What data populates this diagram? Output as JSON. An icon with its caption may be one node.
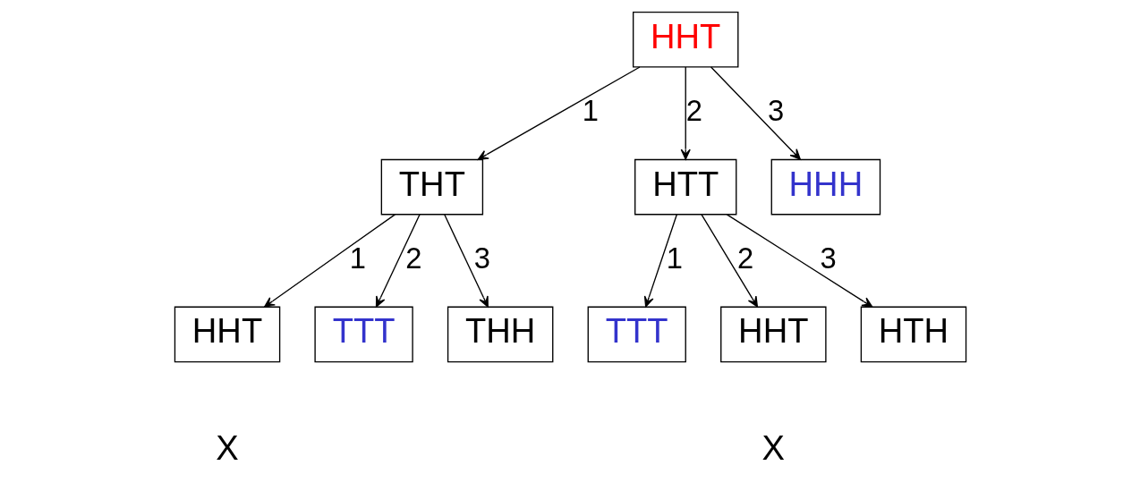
{
  "diagram": {
    "nodes": [
      {
        "text": [
          "HHT"
        ]
      },
      {
        "text": [
          "THT"
        ]
      },
      {
        "text": [
          "HTT"
        ]
      },
      {
        "text": [
          "HHH"
        ]
      },
      {
        "text": [
          "HHT"
        ],
        "beside": [
          "X"
        ]
      },
      {
        "text": [
          "TTT"
        ]
      },
      {
        "text": [
          "THH"
        ]
      },
      {
        "text": [
          "TTT"
        ]
      },
      {
        "text": [
          "HHT"
        ],
        "beside": [
          "X"
        ]
      },
      {
        "text": [
          "HTH"
        ]
      }
    ],
    "edges": [
      {
        "from": 0,
        "to": 1,
        "arrow": "to",
        "label": "1"
      },
      {
        "from": 0,
        "to": 2,
        "arrow": "to",
        "label": "2"
      },
      {
        "from": 0,
        "to": 3,
        "arrow": "to",
        "label": "3"
      },
      {
        "from": 1,
        "to": 4,
        "arrow": "to",
        "label": "1"
      },
      {
        "from": 1,
        "to": 5,
        "arrow": "to",
        "label": "2"
      },
      {
        "from": 1,
        "to": 6,
        "arrow": "to",
        "label": "3"
      },
      {
        "from": 2,
        "to": 7,
        "arrow": "to",
        "label": "1"
      },
      {
        "from": 2,
        "to": 8,
        "arrow": "to",
        "label": "2"
      },
      {
        "from": 2,
        "to": 9,
        "arrow": "to",
        "label": "3"
      }
    ]
  }
}
